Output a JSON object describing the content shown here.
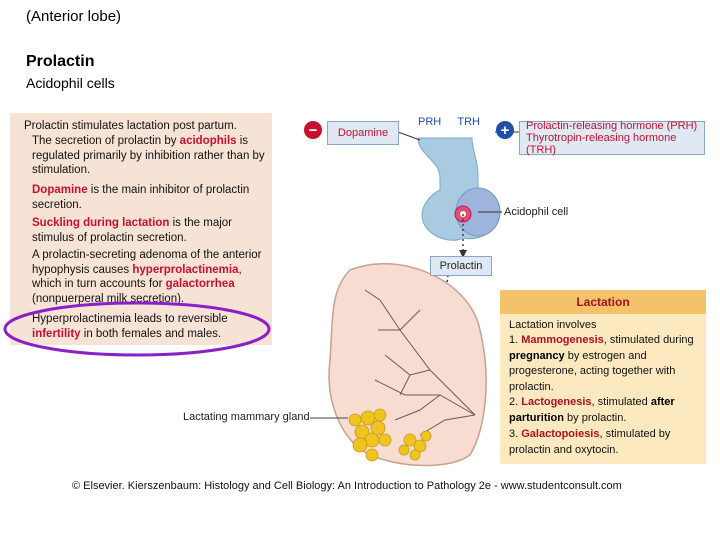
{
  "header": {
    "line1": "(Anterior lobe)",
    "line2": "Prolactin",
    "line3": "Acidophil cells"
  },
  "left_text": {
    "p1": "Prolactin stimulates lactation post partum.",
    "p2_a": "The secretion of prolactin by ",
    "p2_b": "acidophils",
    "p2_c": " is regulated primarily by inhibition rather than by stimulation.",
    "p3_a": "Dopamine",
    "p3_b": " is the main inhibitor of prolactin secretion.",
    "p4_a": "Suckling during lactation",
    "p4_b": " is the major stimulus of prolactin secretion.",
    "p5_a": "A prolactin-secreting adenoma of the anterior hypophysis causes ",
    "p5_b": "hyperprolactinemia",
    "p5_c": ", which in turn accounts for ",
    "p5_d": "galactorrhea",
    "p5_e": " (nonpuerperal milk secretion).",
    "p6_a": "Hyperprolactinemia leads to reversible ",
    "p6_b": "infertility",
    "p6_c": " in both females and males."
  },
  "diagram": {
    "minus_symbol": "−",
    "plus_symbol": "+",
    "dopamine": "Dopamine",
    "prh": "PRH",
    "trh": "TRH",
    "prh_full": "Prolactin-releasing hormone (PRH)",
    "trh_full": "Thyrotropin-releasing hormone (TRH)",
    "acidophil_cell": "Acidophil cell",
    "prolactin": "Prolactin",
    "mammary": "Lactating mammary gland"
  },
  "lactation": {
    "title": "Lactation",
    "intro": "Lactation involves",
    "i1_num": "1. ",
    "i1_b": "Mammogenesis",
    "i1_t1": ", stimulated during ",
    "i1_b2": "pregnancy",
    "i1_t2": " by estrogen and progesterone, acting together with prolactin.",
    "i2_num": "2. ",
    "i2_b": "Lactogenesis",
    "i2_t1": ", stimulated ",
    "i2_b2": "after parturition",
    "i2_t2": " by prolactin.",
    "i3_num": "3. ",
    "i3_b": "Galactopoiesis",
    "i3_t1": ", stimulated by prolactin and oxytocin."
  },
  "credit": "© Elsevier. Kierszenbaum: Histology and Cell Biology: An Introduction to Pathology 2e - www.studentconsult.com",
  "colors": {
    "highlight_red": "#c8102e",
    "oval_purple": "#8b1fc8",
    "text_panel_bg": "#f7e3d6",
    "lactation_header": "#f4c26b",
    "lactation_body": "#fde9bf"
  }
}
